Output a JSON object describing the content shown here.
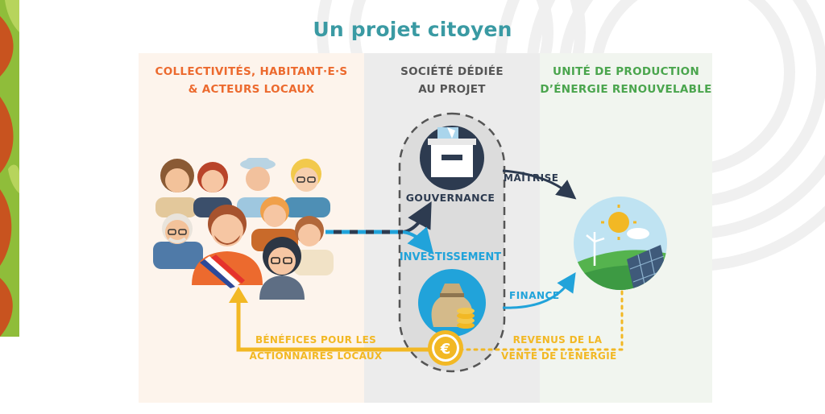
{
  "title": "Un projet citoyen",
  "columns": {
    "left": {
      "line1": "COLLECTIVITÉS, HABITANT·E·S",
      "line2": "& ACTEURS LOCAUX"
    },
    "middle": {
      "line1": "SOCIÉTÉ DÉDIÉE",
      "line2": "AU PROJET"
    },
    "right": {
      "line1": "UNITÉ DE PRODUCTION",
      "line2": "D’ÉNERGIE RENOUVELABLE"
    }
  },
  "labels": {
    "gouvernance": "GOUVERNANCE",
    "investissement": "INVESTISSEMENT",
    "maitrise": "MAÎTRISE",
    "finance": "FINANCE",
    "benefices": {
      "line1": "BÉNÉFICES POUR LES",
      "line2": "ACTIONNAIRES LOCAUX"
    },
    "revenus": {
      "line1": "REVENUS DE LA",
      "line2": "VENTE DE L’ÉNERGIE"
    }
  },
  "icons": {
    "gouvernance": "ballot-box-icon",
    "investissement": "money-bag-icon",
    "euro": "euro-coin-icon",
    "production": "renewable-energy-icon"
  },
  "colors": {
    "title": "#3a9aa3",
    "left_heading": "#ec6a2e",
    "middle_heading": "#555555",
    "right_heading": "#4aa54d",
    "governance": "#2d3b50",
    "investment": "#21a3da",
    "benefits": "#f2b824"
  }
}
